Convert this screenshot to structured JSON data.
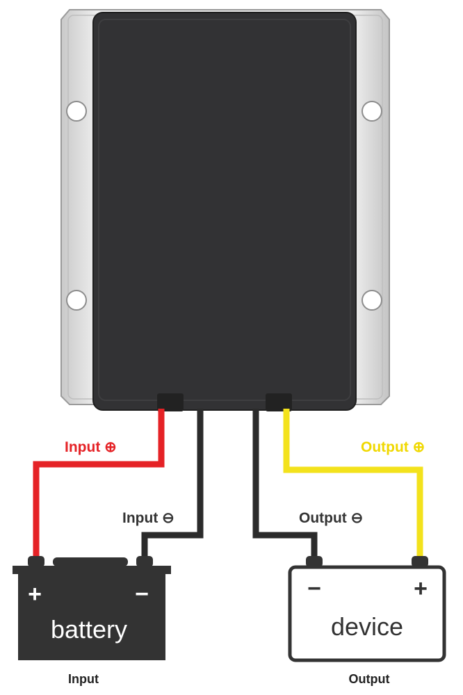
{
  "labels": {
    "input_positive": "Input ⊕",
    "input_negative": "Input ⊖",
    "output_positive": "Output ⊕",
    "output_negative": "Output ⊖"
  },
  "battery": {
    "name": "battery",
    "plus": "+",
    "minus": "−",
    "caption": "Input"
  },
  "device": {
    "name": "device",
    "plus": "+",
    "minus": "−",
    "caption": "Output"
  },
  "colors": {
    "positive_input_wire": "#e52226",
    "positive_output_wire": "#f3e21c",
    "negative_wire": "#2b2b2b",
    "module_body": "#323234",
    "mounting_plate": "#dcdcdc",
    "battery_body": "#333333",
    "device_outline": "#333333"
  }
}
